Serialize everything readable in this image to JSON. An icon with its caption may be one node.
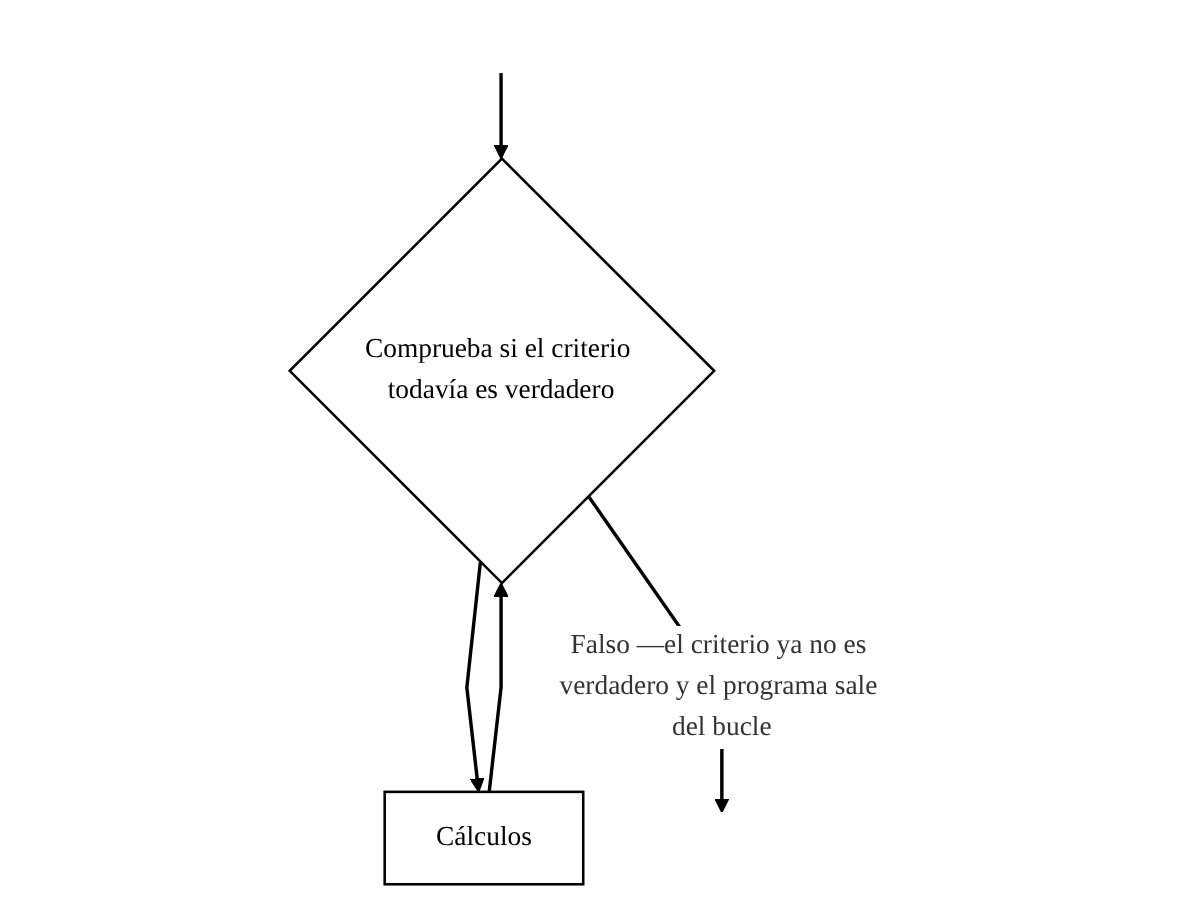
{
  "diagram": {
    "nodes": [
      {
        "text": [
          "Comprueba si el criterio todavía es verdadero"
        ]
      },
      {
        "text": [
          "Cálculos"
        ]
      }
    ],
    "edges": [
      {
        "from": null,
        "to": 0,
        "arrow": "to"
      },
      {
        "from": 0,
        "to": 1,
        "arrow": "to"
      },
      {
        "from": 1,
        "to": 0,
        "arrow": "to"
      },
      {
        "from": 0,
        "to": null,
        "arrow": "to",
        "label": "Falso —el criterio ya no es verdadero y el programa sale del bucle"
      }
    ]
  }
}
